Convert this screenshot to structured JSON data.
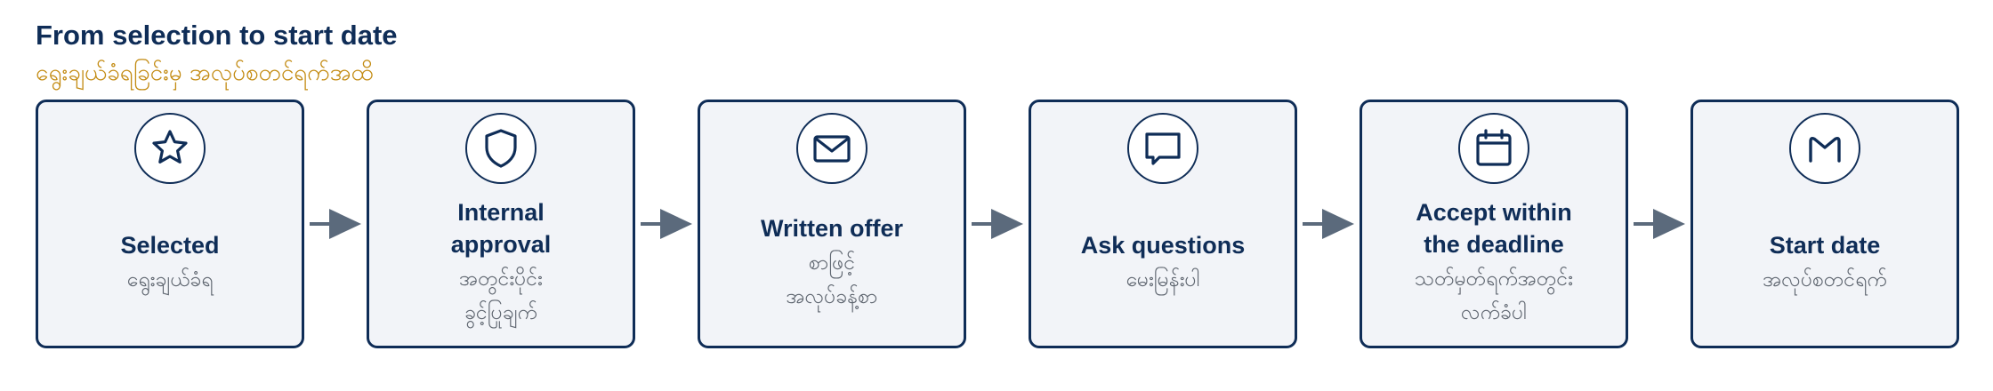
{
  "header": {
    "title": "From selection to start date",
    "subtitle": "ရွေးချယ်ခံရခြင်းမှ အလုပ်စတင်ရက်အထိ"
  },
  "colors": {
    "primary": "#0f2d57",
    "accent": "#c38b12",
    "card_background": "#f2f4f8",
    "arrow": "#5b6a7c",
    "secondary_text": "#5f6670"
  },
  "steps": [
    {
      "icon": "star-icon",
      "label_lines": [
        "Selected"
      ],
      "sub_lines": [
        "ရွေးချယ်ခံရ"
      ]
    },
    {
      "icon": "shield-icon",
      "label_lines": [
        "Internal",
        "approval"
      ],
      "sub_lines": [
        "အတွင်းပိုင်း",
        "ခွင့်ပြုချက်"
      ]
    },
    {
      "icon": "envelope-icon",
      "label_lines": [
        "Written offer"
      ],
      "sub_lines": [
        "စာဖြင့်",
        "အလုပ်ခန့်စာ"
      ]
    },
    {
      "icon": "speech-bubble-icon",
      "label_lines": [
        "Ask questions"
      ],
      "sub_lines": [
        "မေးမြန်းပါ"
      ]
    },
    {
      "icon": "calendar-icon",
      "label_lines": [
        "Accept within",
        "the deadline"
      ],
      "sub_lines": [
        "သတ်မှတ်ရက်အတွင်း",
        "လက်ခံပါ"
      ]
    },
    {
      "icon": "gmail-logo-icon",
      "label_lines": [
        "Start date"
      ],
      "sub_lines": [
        "အလုပ်စတင်ရက်"
      ]
    }
  ]
}
